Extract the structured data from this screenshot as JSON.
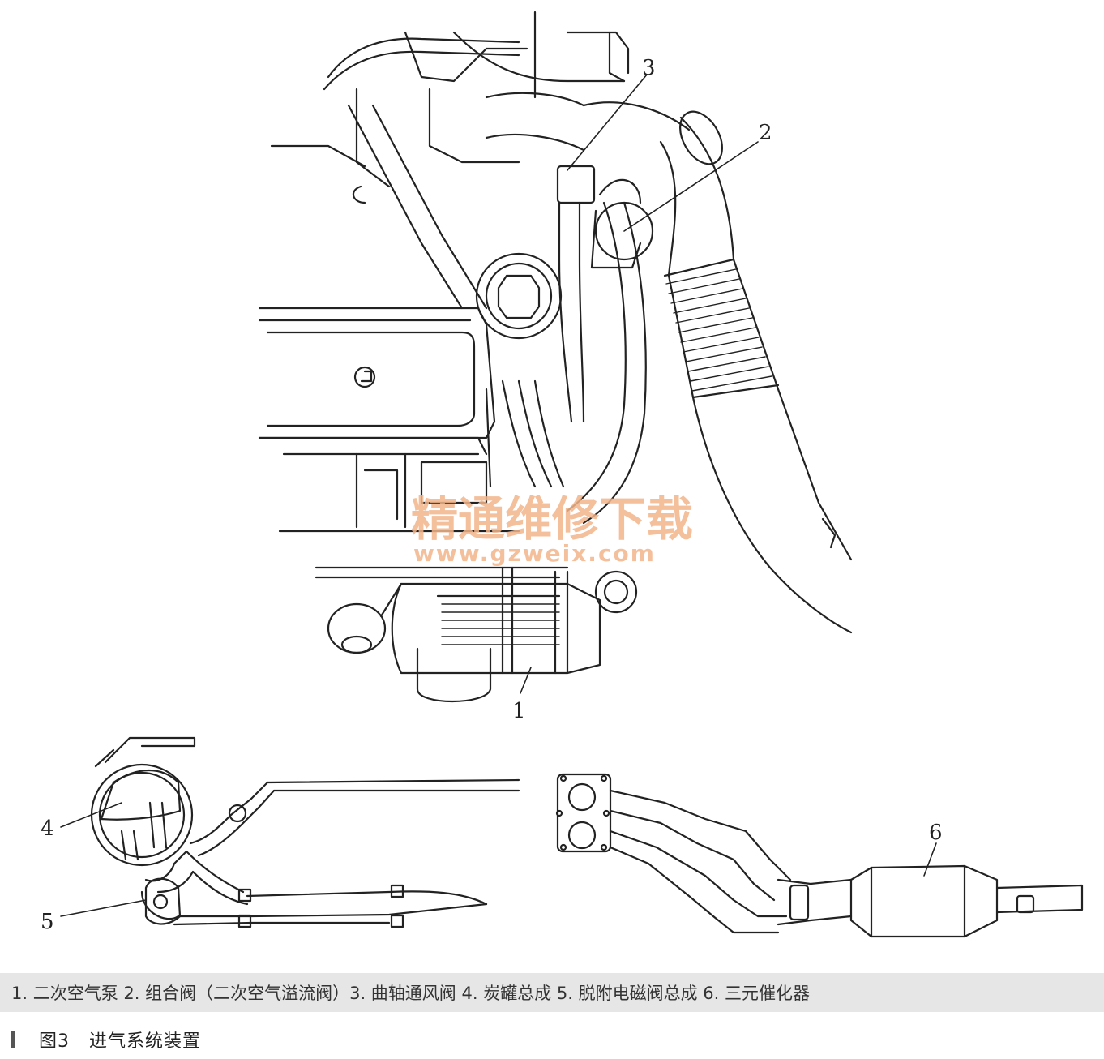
{
  "callouts": {
    "c1": "1",
    "c2": "2",
    "c3": "3",
    "c4": "4",
    "c5": "5",
    "c6": "6"
  },
  "watermark": {
    "title": "精通维修下载",
    "url": "www.gzweix.com"
  },
  "legend": "1. 二次空气泵  2. 组合阀（二次空气溢流阀）3. 曲轴通风阀  4. 炭罐总成  5. 脱附电磁阀总成  6. 三元催化器",
  "caption": "图3   进气系统装置",
  "colors": {
    "line": "#222222",
    "watermark": "#f3b48a",
    "legend_background": "#e6e6e6"
  }
}
